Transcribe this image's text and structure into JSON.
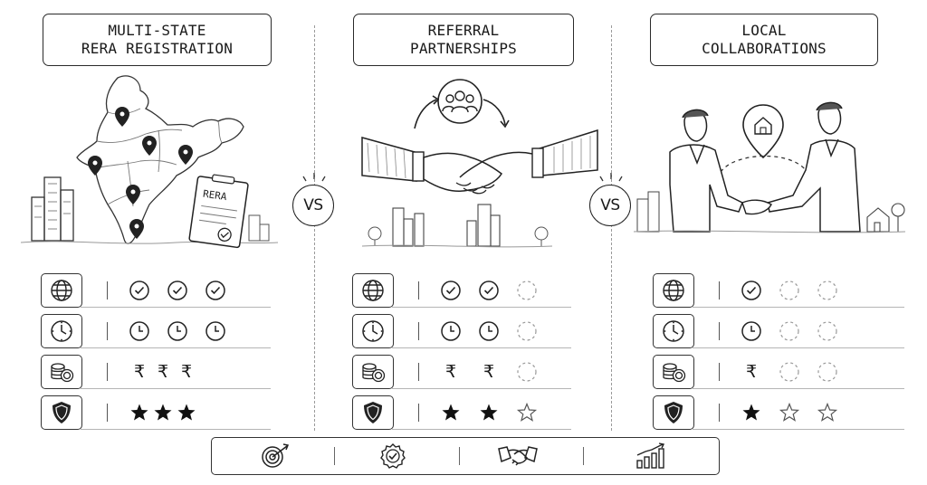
{
  "columns": [
    {
      "title_line1": "MULTI-STATE",
      "title_line2": "RERA REGISTRATION",
      "stamp_label": "RERA",
      "ratings": {
        "reach": 3,
        "time": 3,
        "cost": 3,
        "security": 3
      }
    },
    {
      "title_line1": "REFERRAL",
      "title_line2": "PARTNERSHIPS",
      "ratings": {
        "reach": 2,
        "time": 2,
        "cost": 2,
        "security": 2
      }
    },
    {
      "title_line1": "LOCAL",
      "title_line2": "COLLABORATIONS",
      "ratings": {
        "reach": 1,
        "time": 1,
        "cost": 1,
        "security": 1
      }
    }
  ],
  "vs_label": "VS",
  "max_rating": 3,
  "row_icons": [
    "globe-icon",
    "clock-icon",
    "coins-icon",
    "shield-icon"
  ],
  "mark_glyphs": {
    "cost": "₹"
  },
  "footer_icons": [
    "target-icon",
    "badge-check-icon",
    "handshake-icon",
    "growth-chart-icon"
  ],
  "colors": {
    "ink": "#1a1a1a",
    "faded": "#9a9a9a",
    "box_border": "#2a2a2a"
  }
}
